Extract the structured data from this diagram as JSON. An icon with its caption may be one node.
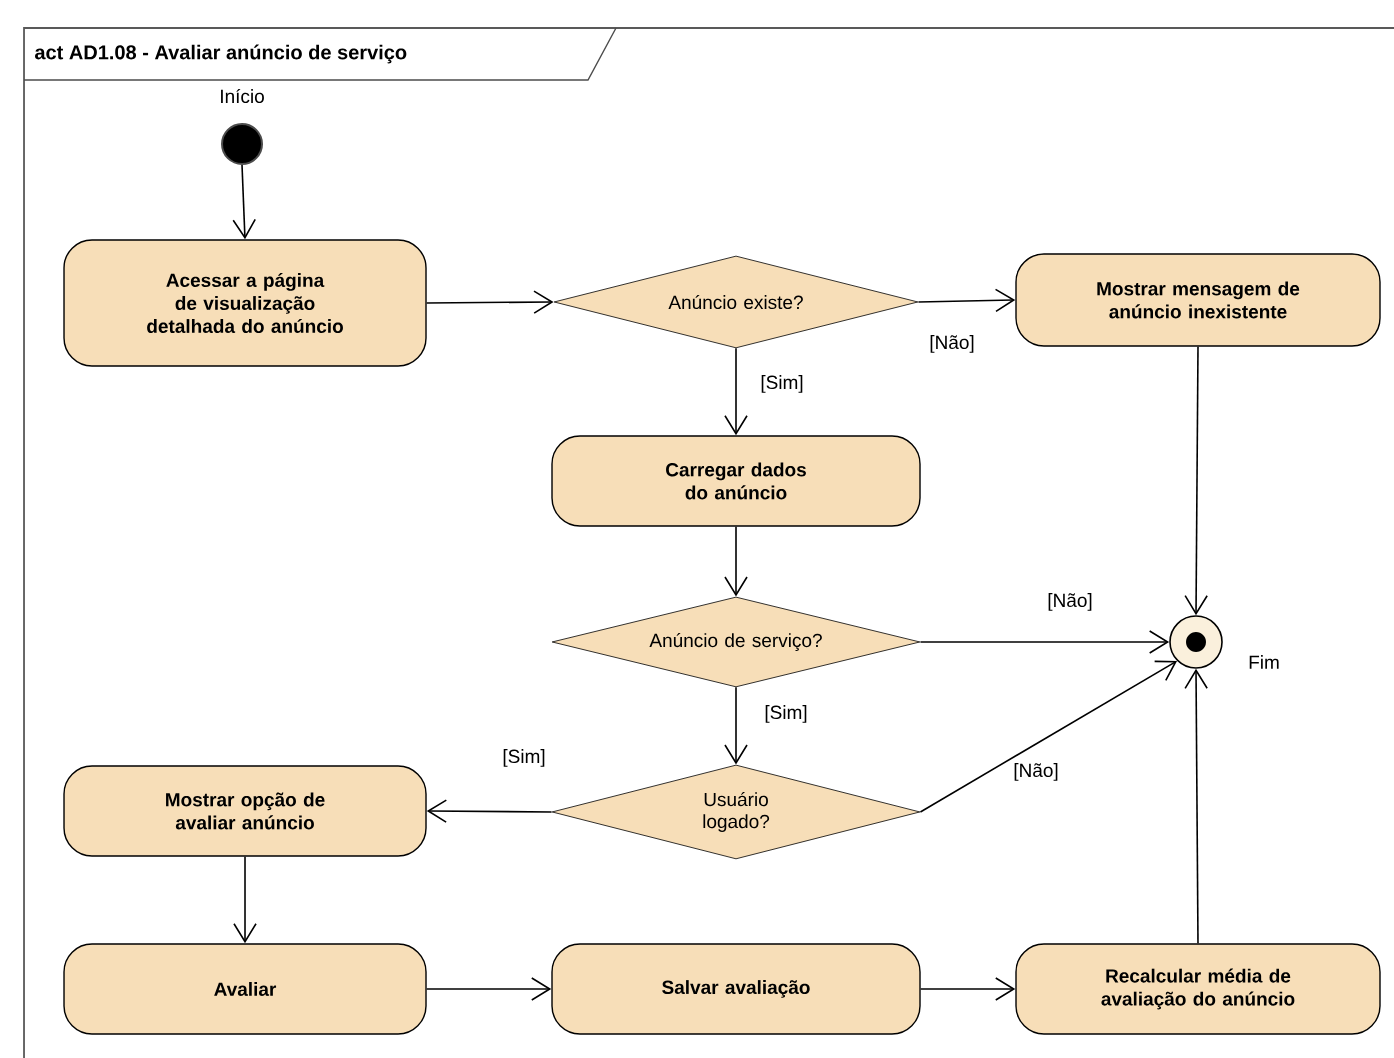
{
  "diagram": {
    "title": "act AD1.08 - Avaliar anúncio de serviço",
    "nodes": [
      {
        "text": [],
        "shape": "circle",
        "beside": [
          "Início"
        ]
      },
      {
        "text": [
          "Acessar a página de visualização detalhada do anúncio"
        ]
      },
      {
        "text": [
          "Anúncio existe?"
        ]
      },
      {
        "text": [
          "Mostrar mensagem de anúncio inexistente"
        ]
      },
      {
        "text": [
          "Carregar dados do anúncio"
        ]
      },
      {
        "text": [
          "Anúncio de serviço?"
        ]
      },
      {
        "text": [],
        "shape": "circle",
        "beside": [
          "Fim"
        ]
      },
      {
        "text": [
          "Usuário logado?"
        ]
      },
      {
        "text": [
          "Mostrar opção de avaliar anúncio"
        ]
      },
      {
        "text": [
          "Avaliar"
        ]
      },
      {
        "text": [
          "Salvar avaliação"
        ]
      },
      {
        "text": [
          "Recalcular média de avaliação do anúncio"
        ]
      }
    ],
    "edges": [
      {
        "from": 0,
        "to": 1,
        "arrow": "to"
      },
      {
        "from": 1,
        "to": 2,
        "arrow": "to"
      },
      {
        "from": 2,
        "to": 3,
        "arrow": "to",
        "label": "[Não]"
      },
      {
        "from": 2,
        "to": 4,
        "arrow": "to",
        "label": "[Sim]"
      },
      {
        "from": 3,
        "to": 6,
        "arrow": "to"
      },
      {
        "from": 4,
        "to": 5,
        "arrow": "to"
      },
      {
        "from": 5,
        "to": 6,
        "arrow": "to",
        "label": "[Não]"
      },
      {
        "from": 5,
        "to": 7,
        "arrow": "to",
        "label": "[Sim]"
      },
      {
        "from": 7,
        "to": 6,
        "arrow": "to",
        "label": "[Não]"
      },
      {
        "from": 7,
        "to": 8,
        "arrow": "to",
        "label": "[Sim]"
      },
      {
        "from": 8,
        "to": 9,
        "arrow": "to"
      },
      {
        "from": 9,
        "to": 10,
        "arrow": "to"
      },
      {
        "from": 10,
        "to": 11,
        "arrow": "to"
      },
      {
        "from": 11,
        "to": 6,
        "arrow": "to"
      }
    ]
  }
}
